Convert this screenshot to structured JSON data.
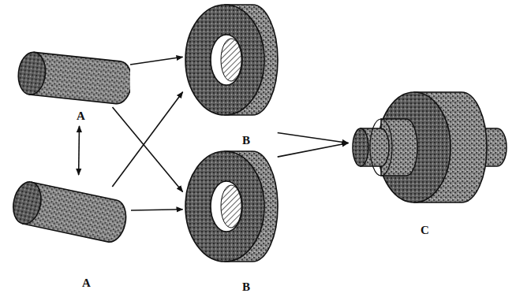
{
  "diagram": {
    "nodes": [
      {
        "text": [
          "A"
        ]
      },
      {
        "text": [
          "A"
        ]
      },
      {
        "text": [
          "B"
        ]
      },
      {
        "text": [
          "B"
        ]
      },
      {
        "text": [
          "C"
        ]
      }
    ],
    "edges": [
      {
        "from": 0,
        "to": 2,
        "arrow": "to"
      },
      {
        "from": 0,
        "to": 3,
        "arrow": "to"
      },
      {
        "from": 1,
        "to": 2,
        "arrow": "to"
      },
      {
        "from": 1,
        "to": 3,
        "arrow": "to"
      },
      {
        "from": 0,
        "to": 1,
        "arrow": "both"
      },
      {
        "from": 2,
        "to": 4,
        "arrow": "to"
      },
      {
        "from": 3,
        "to": 4,
        "arrow": "to"
      }
    ]
  }
}
